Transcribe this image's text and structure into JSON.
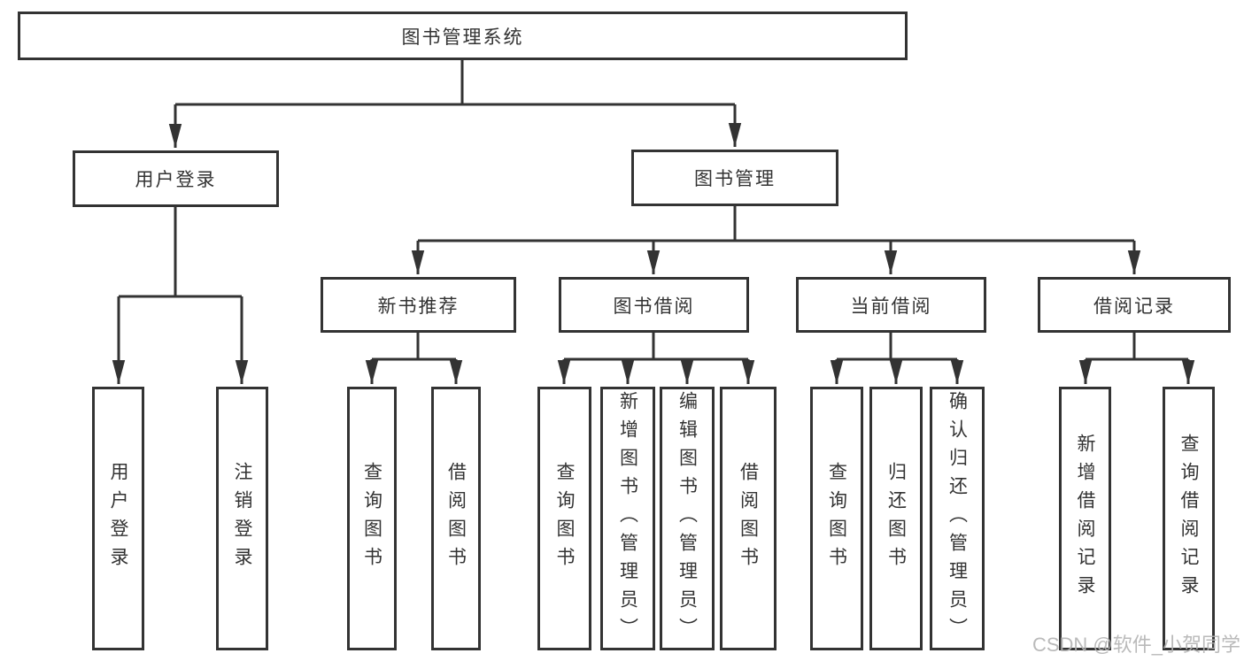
{
  "title": "图书管理系统",
  "watermark": "CSDN @软件_小贺同学",
  "colors": {
    "line": "#333333",
    "box_background": "#ffffff",
    "text": "#333333",
    "watermark": "#b3b3b3"
  },
  "nodes": {
    "root": "图书管理系统",
    "level2": [
      "用户登录",
      "图书管理"
    ],
    "level3": [
      "新书推荐",
      "图书借阅",
      "当前借阅",
      "借阅记录"
    ],
    "leaves": [
      "用户登录",
      "注销登录",
      "查询图书",
      "借阅图书",
      "查询图书",
      "新增图书（管理员）",
      "编辑图书（管理员）",
      "借阅图书",
      "查询图书",
      "归还图书",
      "确认归还（管理员）",
      "新增借阅记录",
      "查询借阅记录"
    ]
  }
}
